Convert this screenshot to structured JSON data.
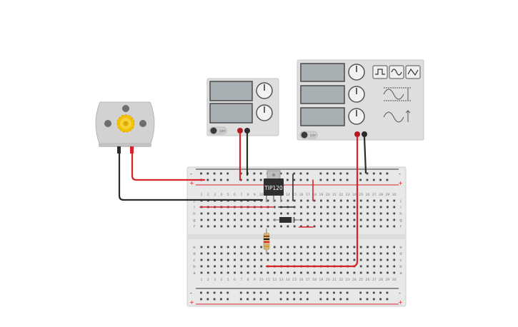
{
  "components": {
    "transistor": {
      "label": "TIP120"
    },
    "power_supply_small": {
      "switch_label": "OFF"
    },
    "function_generator": {
      "switch_label": "OFF"
    }
  },
  "breadboard": {
    "column_numbers": [
      "1",
      "2",
      "3",
      "4",
      "5",
      "6",
      "7",
      "8",
      "9",
      "10",
      "11",
      "12",
      "13",
      "14",
      "15",
      "16",
      "17",
      "18",
      "19",
      "20",
      "21",
      "22",
      "23",
      "24",
      "25",
      "26",
      "27",
      "28",
      "29",
      "30"
    ],
    "row_letters_top": [
      "j",
      "i",
      "h",
      "g",
      "f"
    ],
    "row_letters_bottom": [
      "e",
      "d",
      "c",
      "b",
      "a"
    ],
    "rail_plus": "+",
    "rail_minus": "-"
  },
  "colors": {
    "wire_red": "#d9232a",
    "wire_black": "#2b2b2b",
    "board": "#e8e8e8",
    "instrument": "#dedede",
    "display": "#a9b0b4",
    "motor_gear": "#f2c200"
  }
}
